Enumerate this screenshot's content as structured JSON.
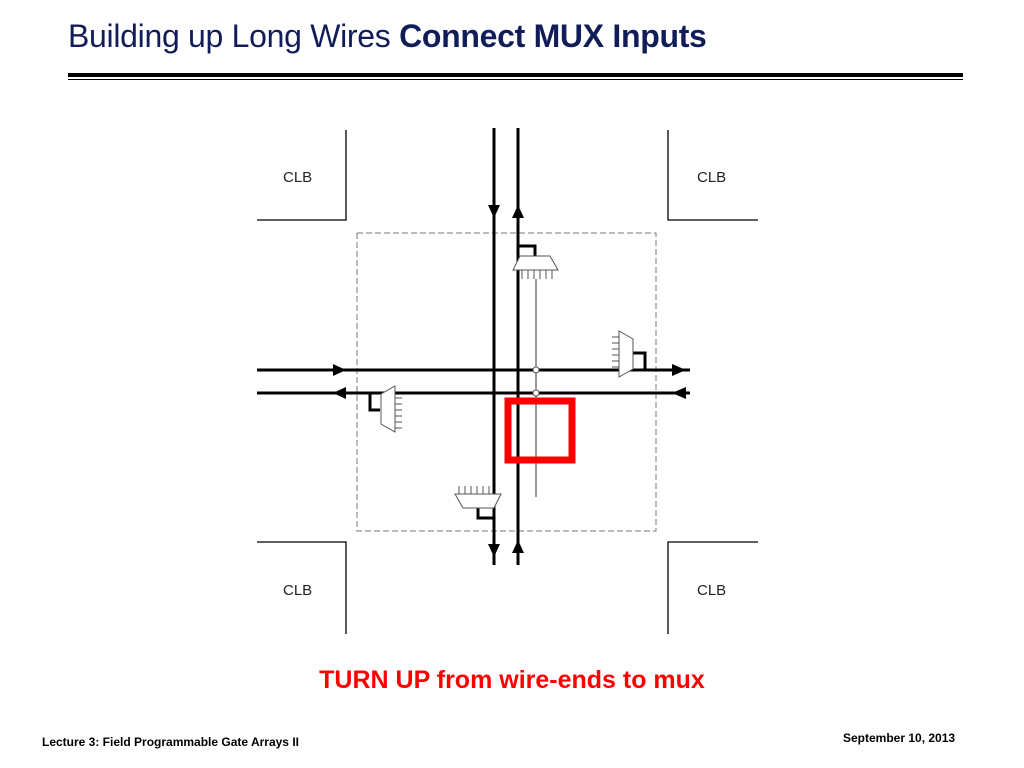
{
  "title": {
    "regular": "Building up Long Wires",
    "bold": "Connect MUX Inputs"
  },
  "diagram": {
    "clb_labels": [
      "CLB",
      "CLB",
      "CLB",
      "CLB"
    ],
    "highlight_color": "#ff0000"
  },
  "caption": "TURN UP from wire-ends to mux",
  "footer": {
    "lecture": "Lecture 3: Field Programmable Gate Arrays II",
    "date": "September 10, 2013"
  }
}
